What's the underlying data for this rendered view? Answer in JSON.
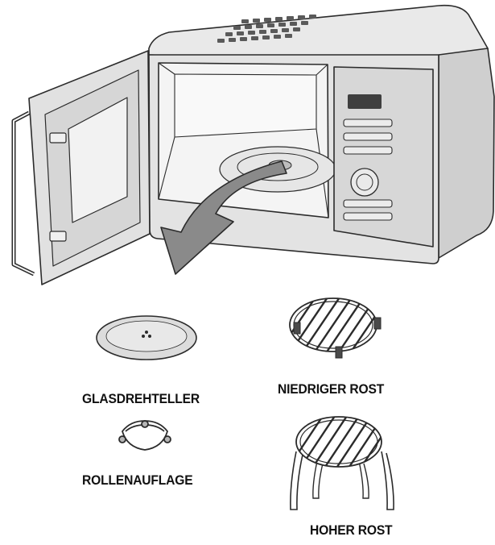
{
  "labels": {
    "glass_turntable": "GLASDREHTELLER",
    "low_rack": "NIEDRIGER ROST",
    "roller_ring": "ROLLENAUFLAGE",
    "high_rack": "HOHER ROST"
  },
  "colors": {
    "outline": "#2b2b2b",
    "body_fill": "#dcdcdc",
    "body_light": "#ececec",
    "cavity_fill": "#f4f4f4",
    "arrow_fill": "#8a8a8a"
  },
  "icons": [
    "microwave-oven",
    "removal-arrow",
    "glass-turntable",
    "low-rack",
    "roller-ring",
    "high-rack"
  ]
}
